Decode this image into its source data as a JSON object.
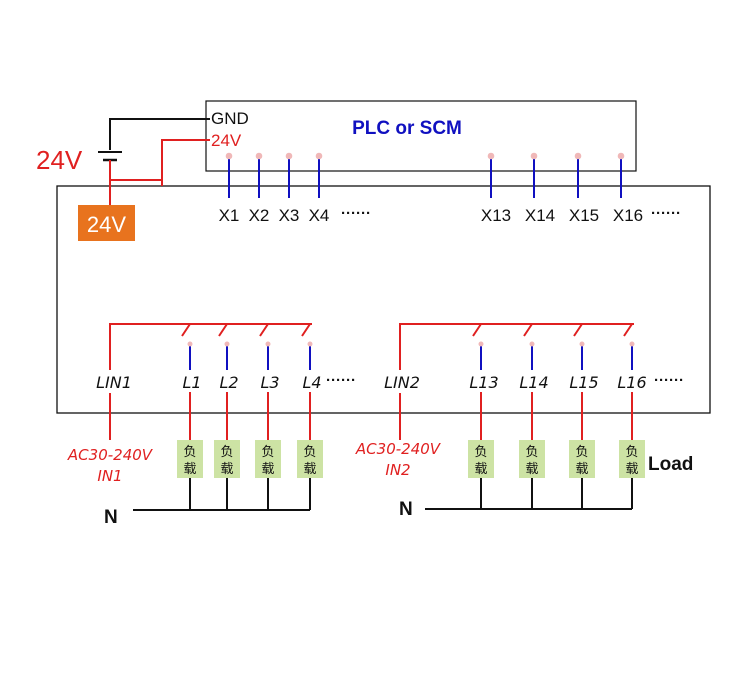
{
  "plc": {
    "title": "PLC or SCM",
    "gnd_label": "GND",
    "v24_label": "24V",
    "inputs_left": [
      "X1",
      "X2",
      "X3",
      "X4"
    ],
    "inputs_right": [
      "X13",
      "X14",
      "X15",
      "X16"
    ],
    "ellipsis": "······"
  },
  "power": {
    "supply_label": "24V",
    "module_badge": "24V"
  },
  "module": {
    "group1": {
      "line_label": "LIN1",
      "outputs": [
        "L1",
        "L2",
        "L3",
        "L4"
      ],
      "source_voltage": "AC30-240V",
      "source_name": "IN1"
    },
    "group2": {
      "line_label": "LIN2",
      "outputs": [
        "L13",
        "L14",
        "L15",
        "L16"
      ],
      "source_voltage": "AC30-240V",
      "source_name": "IN2"
    },
    "ellipsis": "······"
  },
  "load": {
    "box_line1": "负",
    "box_line2": "载",
    "load_label": "Load",
    "neutral_label": "N"
  },
  "colors": {
    "red": "#e02020",
    "blue": "#1010c0",
    "black": "#111111",
    "orange": "#e8731e",
    "load_box": "#cde3a4",
    "pin": "#f0b8b8"
  }
}
